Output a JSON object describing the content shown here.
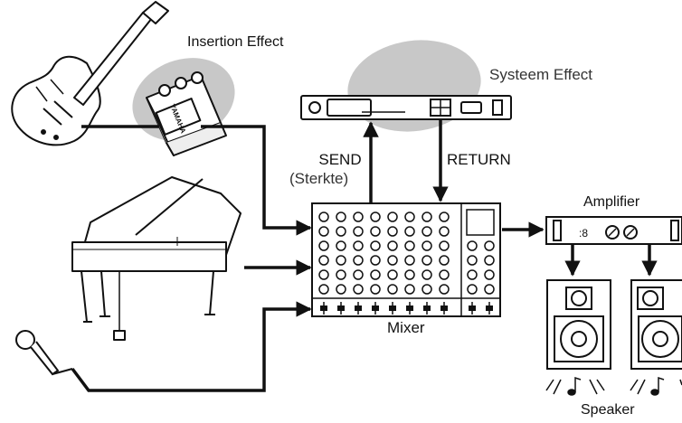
{
  "labels": {
    "insertion_effect": "Insertion Effect",
    "system_effect": "Systeem Effect",
    "send": "SEND",
    "send_sub": "(Sterkte)",
    "return": "RETURN",
    "amplifier": "Amplifier",
    "mixer": "Mixer",
    "speaker": "Speaker",
    "pedal_brand": "YAMAHA"
  },
  "colors": {
    "line": "#111111",
    "effect_highlight": "#c8c8c8",
    "device_fill": "#ffffff"
  },
  "icons": {
    "guitar": "electric-guitar-icon",
    "pedal": "effect-pedal-icon",
    "piano": "grand-piano-icon",
    "microphone": "microphone-icon",
    "rack_effect": "rack-effect-unit-icon",
    "mixer": "mixing-console-icon",
    "amplifier": "power-amplifier-icon",
    "speaker": "loudspeaker-icon"
  }
}
